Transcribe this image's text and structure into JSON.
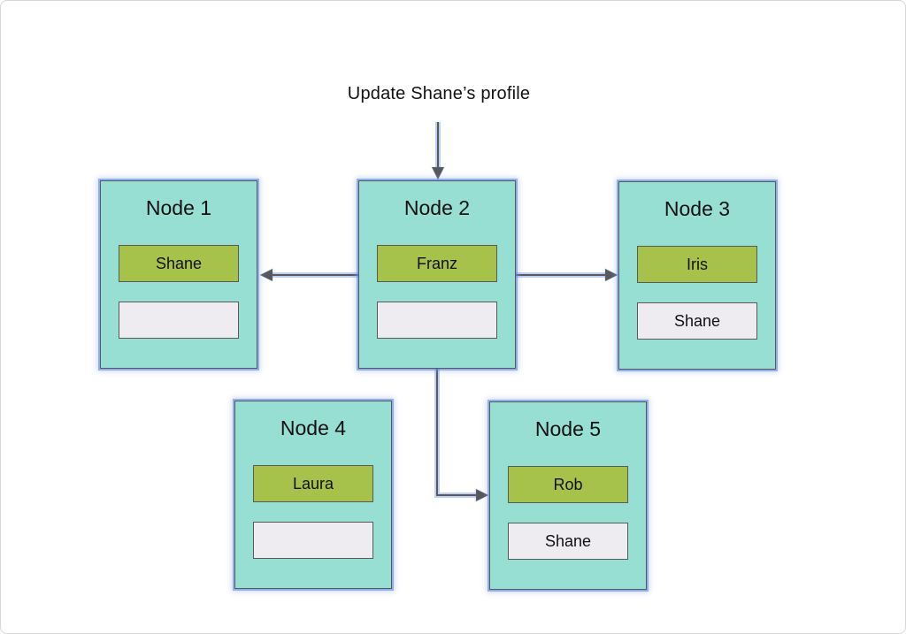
{
  "page": {
    "title": "Update Shane’s profile"
  },
  "nodes": [
    {
      "label": "Node 1",
      "primary": "Shane",
      "secondary": ""
    },
    {
      "label": "Node 2",
      "primary": "Franz",
      "secondary": ""
    },
    {
      "label": "Node 3",
      "primary": "Iris",
      "secondary": "Shane"
    },
    {
      "label": "Node 4",
      "primary": "Laura",
      "secondary": ""
    },
    {
      "label": "Node 5",
      "primary": "Rob",
      "secondary": "Shane"
    }
  ],
  "edges": [
    {
      "from": "title",
      "to": "Node 2",
      "direction": "down"
    },
    {
      "from": "Node 2",
      "to": "Node 1",
      "direction": "left"
    },
    {
      "from": "Node 2",
      "to": "Node 3",
      "direction": "right"
    },
    {
      "from": "Node 2",
      "to": "Node 5",
      "direction": "down-right"
    }
  ],
  "colors": {
    "node_fill": "#97dfd2",
    "node_border": "#595959",
    "selection_glow": "#5681e7",
    "primary_fill": "#a6c24b",
    "secondary_fill": "#eeecf1",
    "arrow": "#595959"
  }
}
